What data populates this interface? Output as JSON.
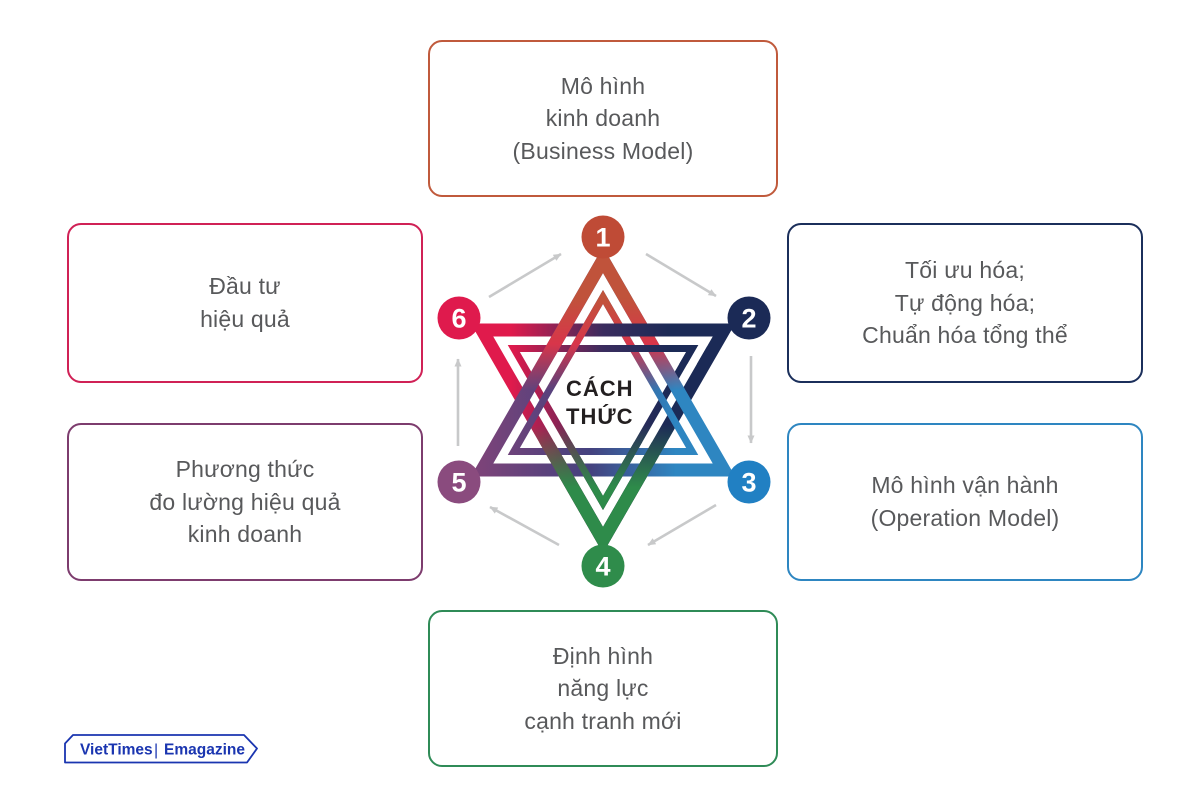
{
  "page": {
    "background": "#FFFFFF"
  },
  "boxes": [
    {
      "id": "business-model",
      "position": "top",
      "label": "Mô hình\nkinh doanh\n(Business Model)",
      "border_color": "#C05A3C"
    },
    {
      "id": "optimization",
      "position": "right-top",
      "label": "Tối ưu hóa;\nTự động hóa;\nChuẩn hóa tổng thể",
      "border_color": "#1B2F5B"
    },
    {
      "id": "operation-model",
      "position": "right-bottom",
      "label": "Mô hình vận hành\n(Operation Model)",
      "border_color": "#2E86C1"
    },
    {
      "id": "competitiveness",
      "position": "bottom",
      "label": "Định hình\nnăng lực\ncạnh tranh mới",
      "border_color": "#2F8B57"
    },
    {
      "id": "measurement",
      "position": "left-bottom",
      "label": "Phương thức\nđo lường hiệu quả\nkinh doanh",
      "border_color": "#7D3C6E"
    },
    {
      "id": "investment",
      "position": "left-top",
      "label": "Đầu tư\nhiệu quả",
      "border_color": "#D02156"
    }
  ],
  "diagram": {
    "center_label_line1": "CÁCH",
    "center_label_line2": "THỨC",
    "center_text_color": "#231F20",
    "arrow_color": "#C8C9CA",
    "nodes": [
      {
        "number": "1",
        "color": "#BF4B36"
      },
      {
        "number": "2",
        "color": "#1B2A56"
      },
      {
        "number": "3",
        "color": "#2180C3"
      },
      {
        "number": "4",
        "color": "#2F8C4B"
      },
      {
        "number": "5",
        "color": "#8A4B7E"
      },
      {
        "number": "6",
        "color": "#DF1A4D"
      }
    ],
    "star_colors": {
      "up_top_orange": "#C0533B",
      "up_top_red": "#D8354A",
      "up_left_purple": "#7B4379",
      "up_mid_violet": "#44427F",
      "up_right_blue": "#2E86C1",
      "down_left_crimson": "#E01A4C",
      "down_mid_indigo": "#3A2C5E",
      "down_right_navy": "#1B2A56",
      "down_bottom_green": "#2E8B4A"
    }
  },
  "footer_logo": {
    "brand": "VietTimes",
    "separator": "|",
    "magazine": "Emagazine",
    "color": "#1A35B0"
  }
}
